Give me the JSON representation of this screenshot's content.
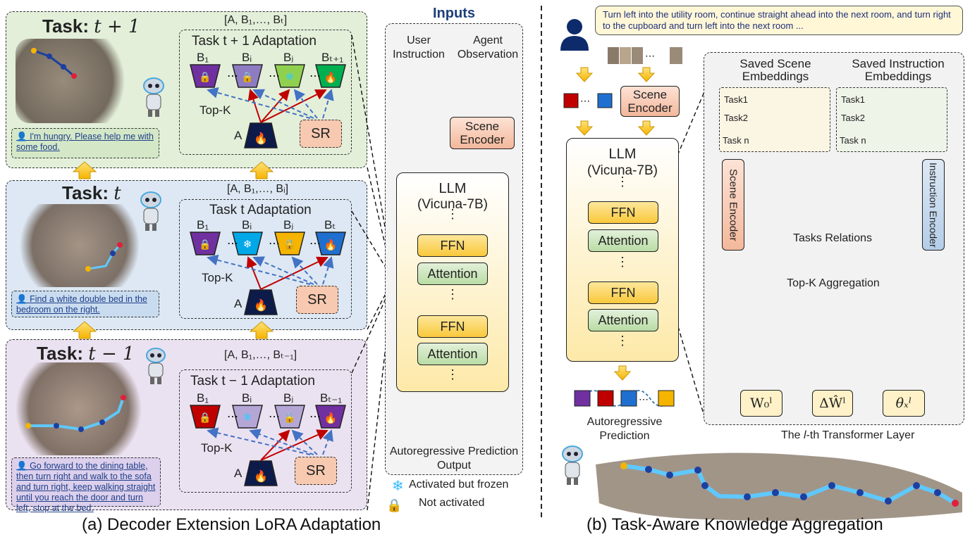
{
  "left_panel": {
    "tasks": [
      {
        "id": "t1",
        "title_prefix": "Task:",
        "title_math": "t + 1",
        "adaptation": "Task t + 1 Adaptation",
        "bracket": "[A, B₁,…, Bₜ]",
        "b_labels": [
          "B₁",
          "Bᵢ",
          "Bⱼ",
          "Bₜ₊₁"
        ],
        "instruction": "I'm hungry. Please help me with some food."
      },
      {
        "id": "t0",
        "title_prefix": "Task:",
        "title_math": "t",
        "adaptation": "Task t Adaptation",
        "bracket": "[A, B₁,…, Bᵢ]",
        "b_labels": [
          "B₁",
          "Bᵢ",
          "Bⱼ",
          "Bₜ"
        ],
        "instruction": "Find a white double bed in the bedroom on the right."
      },
      {
        "id": "tm1",
        "title_prefix": "Task:",
        "title_math": "t − 1",
        "adaptation": "Task t − 1 Adaptation",
        "bracket": "[A, B₁,…, Bₜ₋₁]",
        "b_labels": [
          "B₁",
          "Bᵢ",
          "Bⱼ",
          "Bₜ₋₁"
        ],
        "instruction": "Go forward to the dining table, then turn right and walk to the sofa and turn right, keep walking straight until you reach the door and turn left, stop at the bed."
      }
    ],
    "top_k": "Top-K",
    "a_label": "A",
    "sr_label": "SR",
    "caption": "(a) Decoder Extension LoRA Adaptation"
  },
  "inputs_panel": {
    "title": "Inputs",
    "user_instruction": "User Instruction",
    "agent_observation": "Agent Observation",
    "scene_encoder": "Scene Encoder",
    "llm": "LLM",
    "llm_model": "(Vicuna-7B)",
    "ffn": "FFN",
    "attention": "Attention",
    "output": "Autoregressive Prediction Output",
    "legend_frozen": "Activated but frozen",
    "legend_not": "Not activated"
  },
  "right_panel": {
    "instruction": "Turn left into the utility room, continue straight ahead into the next room, and turn right to the cupboard and turn left into the next room ...",
    "scene_encoder": "Scene Encoder",
    "llm": "LLM",
    "llm_model": "(Vicuna-7B)",
    "ffn": "FFN",
    "attention": "Attention",
    "prediction": "Autoregressive Prediction",
    "saved_scene": "Saved Scene Embeddings",
    "saved_instruction": "Saved Instruction Embeddings",
    "task_rows": [
      "Task1",
      "Task2",
      "Task n"
    ],
    "scene_encoder_v": "Scene Encoder",
    "instruction_encoder_v": "Instruction Encoder",
    "tasks_relations": "Tasks Relations",
    "topk_aggregation": "Top-K Aggregation",
    "w0": "W₀ˡ",
    "dw": "ΔŴˡ",
    "theta": "θₓˡ",
    "layer_caption_pre": "The ",
    "layer_caption_l": "l",
    "layer_caption_post": "-th Transformer Layer",
    "caption": "(b) Task-Aware Knowledge Aggregation"
  },
  "colors": {
    "green_bg": "#e3efd9",
    "blue_bg": "#dde8f4",
    "purple_bg": "#ebe2f1",
    "inputs_bg": "#f3f3f3",
    "llm_bg": "#fef6d8",
    "right_bg": "#f2f2f2"
  }
}
